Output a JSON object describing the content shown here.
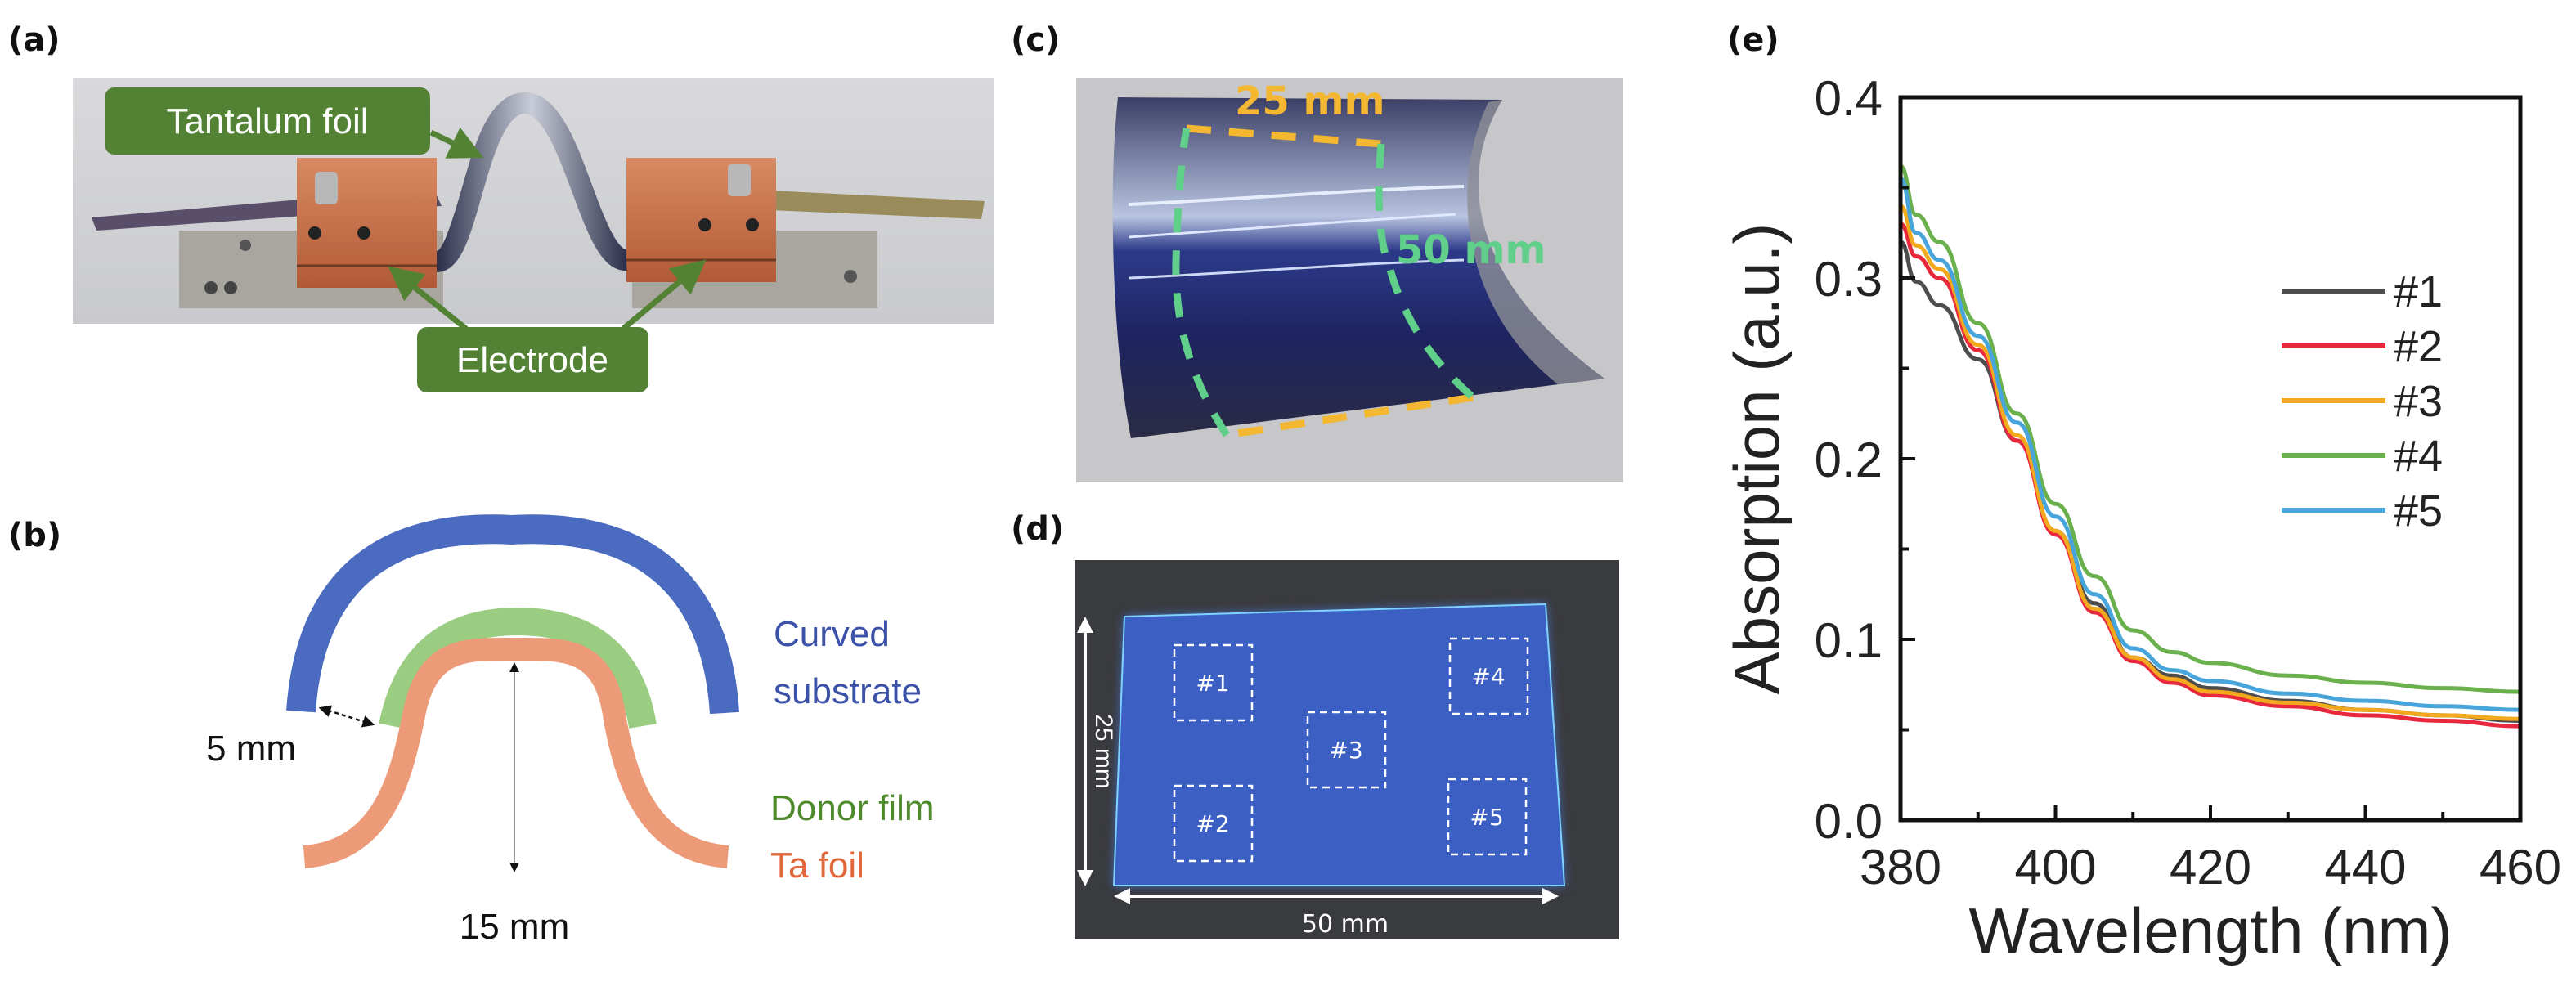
{
  "panels": {
    "a": {
      "label": "(a)",
      "callouts": {
        "foil": "Tantalum foil",
        "electrode": "Electrode"
      },
      "callout_color": "#548235"
    },
    "b": {
      "label": "(b)",
      "layers": {
        "substrate": "Curved substrate",
        "substrate_line1": "Curved",
        "substrate_line2": "substrate",
        "donor": "Donor film",
        "foil": "Ta foil"
      },
      "dimensions": {
        "gap": "5 mm",
        "height": "15 mm"
      },
      "colors": {
        "substrate": "#4a6bbf",
        "donor": "#9acd82",
        "foil": "#ec9a78",
        "substrate_text": "#3c52a8",
        "donor_text": "#4e8a2c",
        "foil_text": "#e0683a"
      }
    },
    "c": {
      "label": "(c)",
      "dim_width": "25 mm",
      "dim_length": "50 mm",
      "colors": {
        "width": "#f4b731",
        "length": "#5fcf8a"
      }
    },
    "d": {
      "label": "(d)",
      "dim_height": "25 mm",
      "dim_width": "50 mm",
      "spots": [
        "#1",
        "#2",
        "#3",
        "#4",
        "#5"
      ]
    },
    "e": {
      "label": "(e)"
    }
  },
  "chart_data": {
    "type": "line",
    "title": "",
    "xlabel": "Wavelength (nm)",
    "ylabel": "Absorption (a.u.)",
    "xlim": [
      380,
      460
    ],
    "ylim": [
      0.0,
      0.4
    ],
    "xticks": [
      "380",
      "400",
      "420",
      "440",
      "460"
    ],
    "yticks": [
      "0.0",
      "0.1",
      "0.2",
      "0.3",
      "0.4"
    ],
    "grid": false,
    "legend": "center-right",
    "x": [
      380,
      382,
      385,
      390,
      395,
      400,
      405,
      410,
      415,
      420,
      430,
      440,
      450,
      460
    ],
    "series": [
      {
        "name": "#1",
        "color": "#4d4d4d",
        "values": [
          0.32,
          0.298,
          0.285,
          0.255,
          0.21,
          0.16,
          0.12,
          0.09,
          0.08,
          0.073,
          0.066,
          0.061,
          0.058,
          0.055
        ]
      },
      {
        "name": "#2",
        "color": "#e8283c",
        "values": [
          0.33,
          0.312,
          0.3,
          0.26,
          0.21,
          0.158,
          0.115,
          0.088,
          0.076,
          0.069,
          0.063,
          0.058,
          0.055,
          0.052
        ]
      },
      {
        "name": "#3",
        "color": "#f2a91d",
        "values": [
          0.34,
          0.318,
          0.305,
          0.263,
          0.213,
          0.16,
          0.117,
          0.09,
          0.078,
          0.071,
          0.065,
          0.061,
          0.058,
          0.056
        ]
      },
      {
        "name": "#4",
        "color": "#6ab04c",
        "values": [
          0.362,
          0.335,
          0.32,
          0.275,
          0.225,
          0.175,
          0.135,
          0.105,
          0.093,
          0.087,
          0.08,
          0.076,
          0.073,
          0.071
        ]
      },
      {
        "name": "#5",
        "color": "#48a5dc",
        "values": [
          0.355,
          0.325,
          0.31,
          0.268,
          0.22,
          0.168,
          0.125,
          0.095,
          0.083,
          0.077,
          0.07,
          0.066,
          0.063,
          0.061
        ]
      }
    ]
  }
}
